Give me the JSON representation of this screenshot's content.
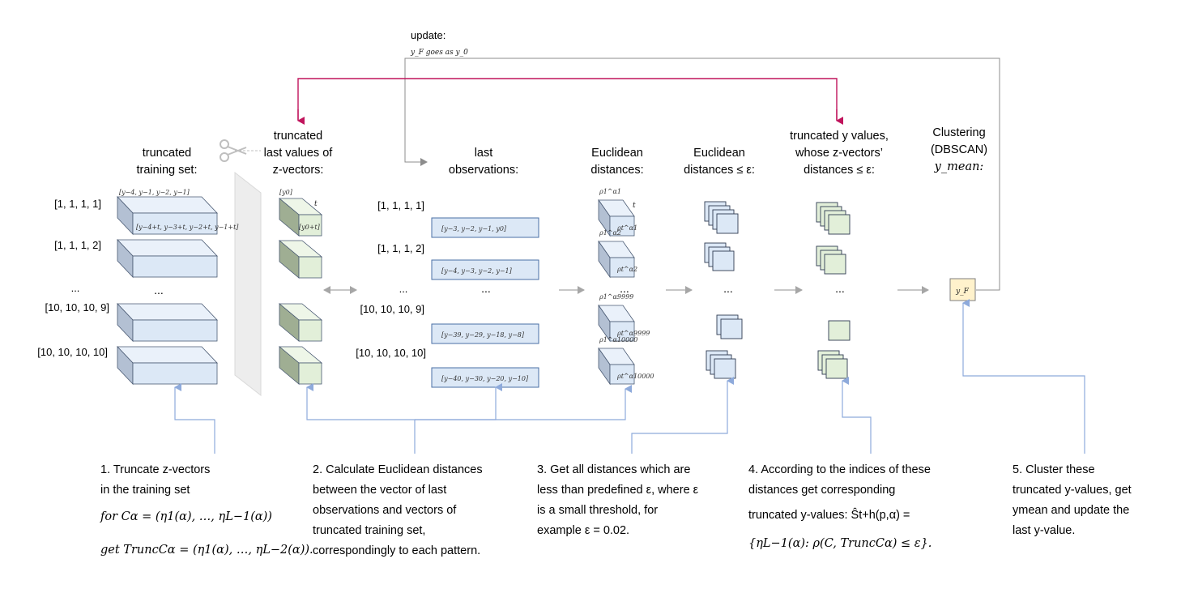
{
  "top": {
    "update_label": "update:",
    "update_formula": "y_F goes as y_0"
  },
  "headers": {
    "training_set": [
      "truncated",
      "training set:"
    ],
    "zvectors": [
      "truncated",
      "last values of",
      "z-vectors:"
    ],
    "last_obs": [
      "last",
      "observations:"
    ],
    "euclidean": [
      "Euclidean",
      "distances:"
    ],
    "eucl_eps": [
      "Euclidean",
      "distances ≤ ε:"
    ],
    "trunc_y": [
      "truncated y values,",
      "whose z-vectors’",
      "distances ≤ ε:"
    ],
    "clustering": [
      "Clustering",
      "(DBSCAN)",
      "y_mean:"
    ]
  },
  "pattern_labels": [
    "[1, 1, 1, 1]",
    "[1, 1, 1, 2]",
    "...",
    "[10, 10, 10, 9]",
    "[10, 10, 10, 10]"
  ],
  "obs_pattern_labels": [
    "[1, 1, 1, 1]",
    "[1, 1, 1, 2]",
    "...",
    "[10, 10, 10, 9]",
    "[10, 10, 10, 10]"
  ],
  "training_box_labels": {
    "top_left": "[y−4, y−1, y−2, y−1]",
    "front": "[y−4+t, y−3+t, y−2+t, y−1+t]"
  },
  "zvector_labels": {
    "top": "[y0]",
    "t": "t",
    "front": "[y0+t]"
  },
  "observations": [
    "[y−3, y−2, y−1, y0]",
    "[y−4, y−3, y−2, y−1]",
    "...",
    "[y−39, y−29, y−18, y−8]",
    "[y−40, y−30, y−20, y−10]"
  ],
  "distance_labels": {
    "rho_top": [
      "ρ1^α1",
      "ρ1^α2",
      "ρ1^α9999",
      "ρ1^α10000"
    ],
    "rho_front": [
      "ρt^α1",
      "ρt^α2",
      "ρt^α9999",
      "ρt^α10000"
    ],
    "t": "t"
  },
  "result_box": "y_F",
  "steps": {
    "step1": {
      "lines": [
        "1.    Truncate z-vectors",
        "in the training set"
      ],
      "formula1": "for Cα = (η1(α), …, ηL−1(α))",
      "formula2": "get TruncCα = (η1(α), …, ηL−2(α))."
    },
    "step2": {
      "lines": [
        "2. Calculate Euclidean distances",
        "between the vector of last",
        "observations and vectors of",
        "truncated training set,",
        "correspondingly to each pattern."
      ]
    },
    "step3": {
      "lines": [
        "3. Get all distances which are",
        "less than predefined ε, where ε",
        "is a small threshold, for",
        "example ε = 0.02."
      ]
    },
    "step4": {
      "lines": [
        "4. According to the indices of these",
        "distances get corresponding",
        "truncated y-values: Ŝt+h(p,α) =",
        "{ηL−1(α): ρ(C, TruncCα) ≤ ε}."
      ]
    },
    "step5": {
      "lines": [
        "5. Cluster these",
        "truncated y-values,  get",
        "ymean and update the",
        "last y-value."
      ]
    }
  },
  "colors": {
    "blue_face": "#dce8f6",
    "blue_top": "#eaf1fa",
    "blue_side": "#b3c0d3",
    "green_face": "#e2efd9",
    "green_top": "#eef6e8",
    "green_side": "#9fae93",
    "magenta": "#c0145c",
    "connector_blue": "#8eaadb",
    "arrow_gray": "#a6a6a6",
    "result_fill": "#fff2cc"
  }
}
